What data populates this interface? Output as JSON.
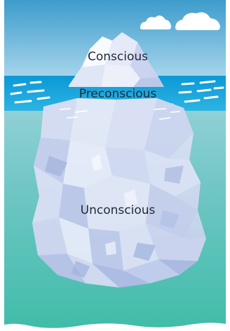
{
  "labels": {
    "conscious": "Conscious",
    "preconscious": "Preconscious",
    "unconscious": "Unconscious"
  },
  "colors": {
    "sky_top": "#3d9ccc",
    "sky_bottom": "#a9d6ec",
    "water_surface": "#1aa3dc",
    "sea_top": "#74c6c7",
    "sea_bottom": "#3ebca8",
    "ice_light": "#e8eef9",
    "ice_mid": "#c6d1ec",
    "ice_dark": "#9fb0dc",
    "label_text": "#1f2a36"
  }
}
